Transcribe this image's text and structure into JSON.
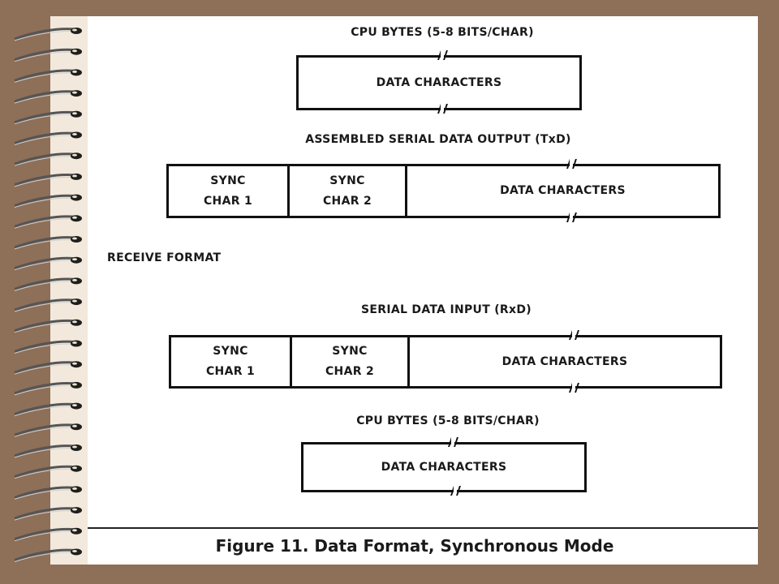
{
  "figure": {
    "transmit_cpu_label": "CPU BYTES (5-8 BITS/CHAR)",
    "transmit_cpu_box": "DATA CHARACTERS",
    "txd_label": "ASSEMBLED SERIAL DATA OUTPUT (TxD)",
    "txd_sync1": "SYNC\nCHAR 1",
    "txd_sync2": "SYNC\nCHAR 2",
    "txd_data": "DATA CHARACTERS",
    "receive_format_label": "RECEIVE FORMAT",
    "rxd_label": "SERIAL DATA INPUT (RxD)",
    "rxd_sync1": "SYNC\nCHAR 1",
    "rxd_sync2": "SYNC\nCHAR 2",
    "rxd_data": "DATA CHARACTERS",
    "receive_cpu_label": "CPU BYTES (5-8 BITS/CHAR)",
    "receive_cpu_box": "DATA CHARACTERS",
    "caption": "Figure 11. Data Format, Synchronous Mode"
  },
  "colors": {
    "border_brown": "#8e6f58",
    "paper": "#ffffff",
    "ink": "#111111",
    "spiral_wire": "#555555"
  }
}
